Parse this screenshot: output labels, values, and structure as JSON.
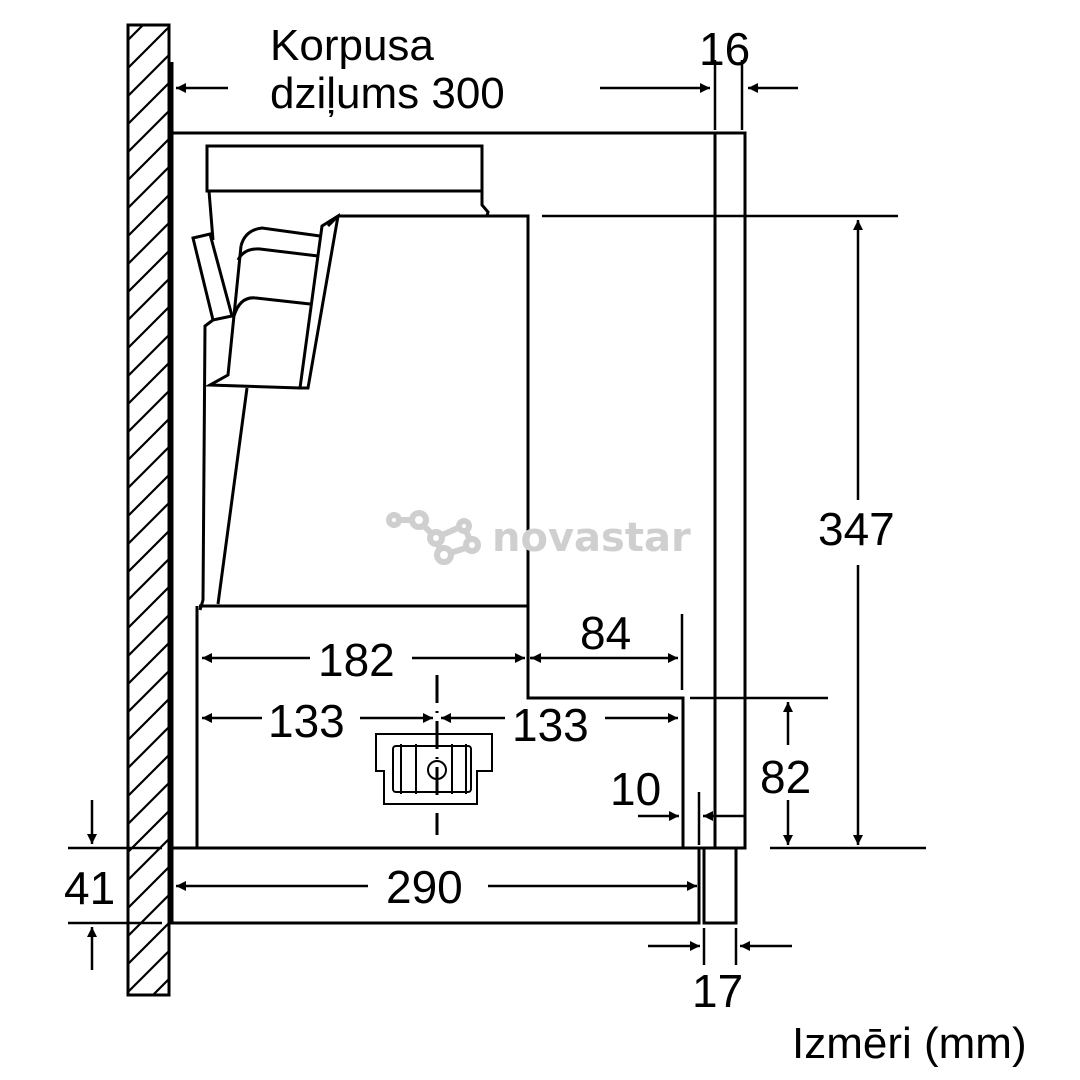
{
  "diagram": {
    "type": "technical-dimension-drawing",
    "subject": "built-in cooker hood side section"
  },
  "labels": {
    "cabinet_depth_line1": "Korpusa",
    "cabinet_depth_line2": "dziļums 300",
    "units": "Izmēri (mm)"
  },
  "dimensions": {
    "front_panel_thickness": "16",
    "height_total": "347",
    "depth_upper_body": "182",
    "step_depth": "84",
    "left_to_outlet": "133",
    "outlet_to_right": "133",
    "step_height": "82",
    "gap_front": "10",
    "bottom_depth": "290",
    "bottom_height": "41",
    "front_strip_depth": "17"
  },
  "watermark": {
    "text": "novastar",
    "color": "#cfcfcf"
  },
  "colors": {
    "line": "#000000",
    "background": "#ffffff"
  }
}
